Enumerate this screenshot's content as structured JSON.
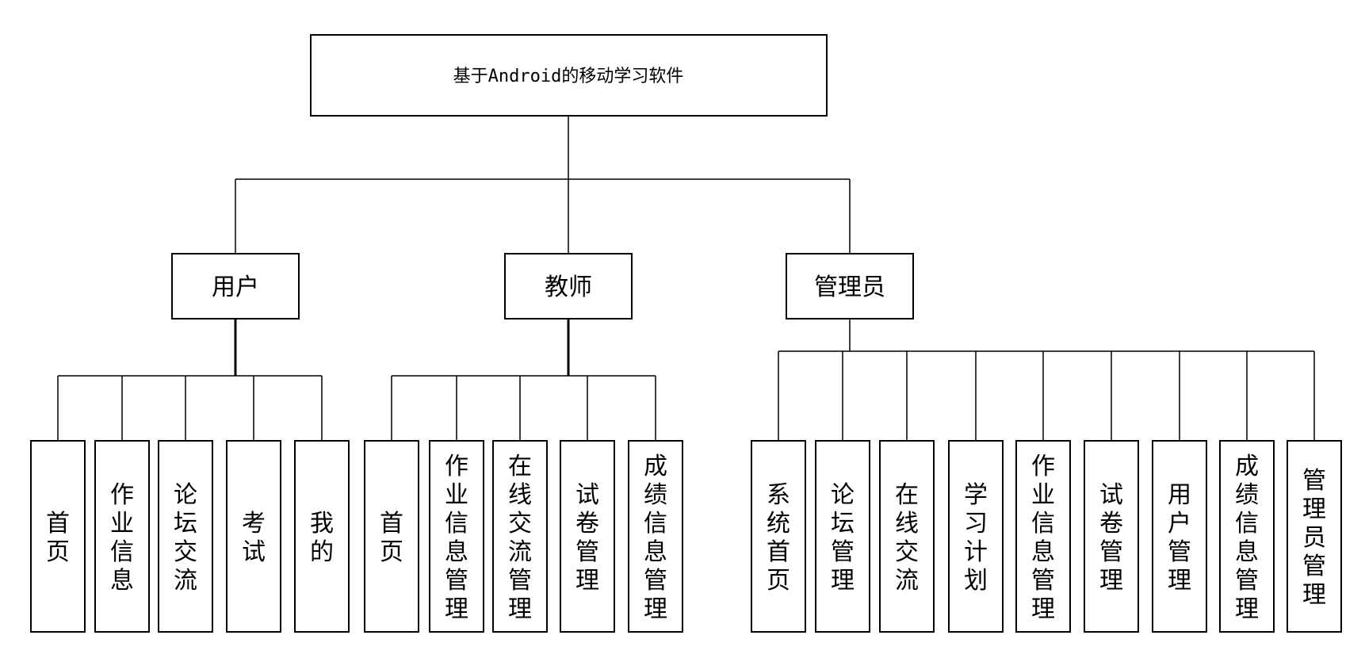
{
  "root": {
    "label": "基于Android的移动学习软件"
  },
  "groups": [
    {
      "id": "user",
      "label": "用户",
      "children": [
        "首页",
        "作业信息",
        "论坛交流",
        "考试",
        "我的"
      ]
    },
    {
      "id": "teacher",
      "label": "教师",
      "children": [
        "首页",
        "作业信息管理",
        "在线交流管理",
        "试卷管理",
        "成绩信息管理"
      ]
    },
    {
      "id": "admin",
      "label": "管理员",
      "children": [
        "系统首页",
        "论坛管理",
        "在线交流",
        "学习计划",
        "作业信息管理",
        "试卷管理",
        "用户管理",
        "成绩信息管理",
        "管理员管理"
      ]
    }
  ]
}
